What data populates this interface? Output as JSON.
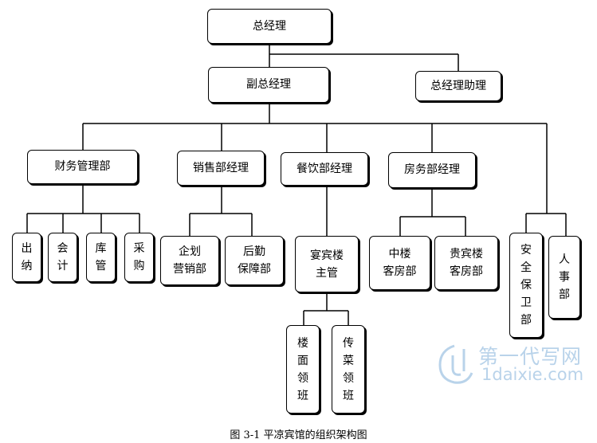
{
  "boxes": {
    "gm": "总经理",
    "vgm": "副总经理",
    "assistant": "总经理助理",
    "finance": "财务管理部",
    "sales": "销售部经理",
    "catering": "餐饮部经理",
    "rooms": "房务部经理",
    "cashier": "出\n纳",
    "accounting": "会\n计",
    "warehouse": "库\n管",
    "purchasing": "采\n购",
    "planning": "企划\n营销部",
    "logistics": "后勤\n保障部",
    "banquet": "宴宾楼\n主管",
    "floor_lead": "楼\n面\n领\n班",
    "serving_lead": "传\n菜\n领\n班",
    "middle_bldg": "中楼\n客房部",
    "vip_bldg": "贵宾楼\n客房部",
    "security": "安\n全\n保\n卫\n部",
    "hr": "人\n事\n部"
  },
  "watermark": {
    "chinese": "第一代写网",
    "url": "1daixie.com",
    "logo_color": "#b9d3ea"
  },
  "caption": "图 3-1    平凉宾馆的组织架构图"
}
